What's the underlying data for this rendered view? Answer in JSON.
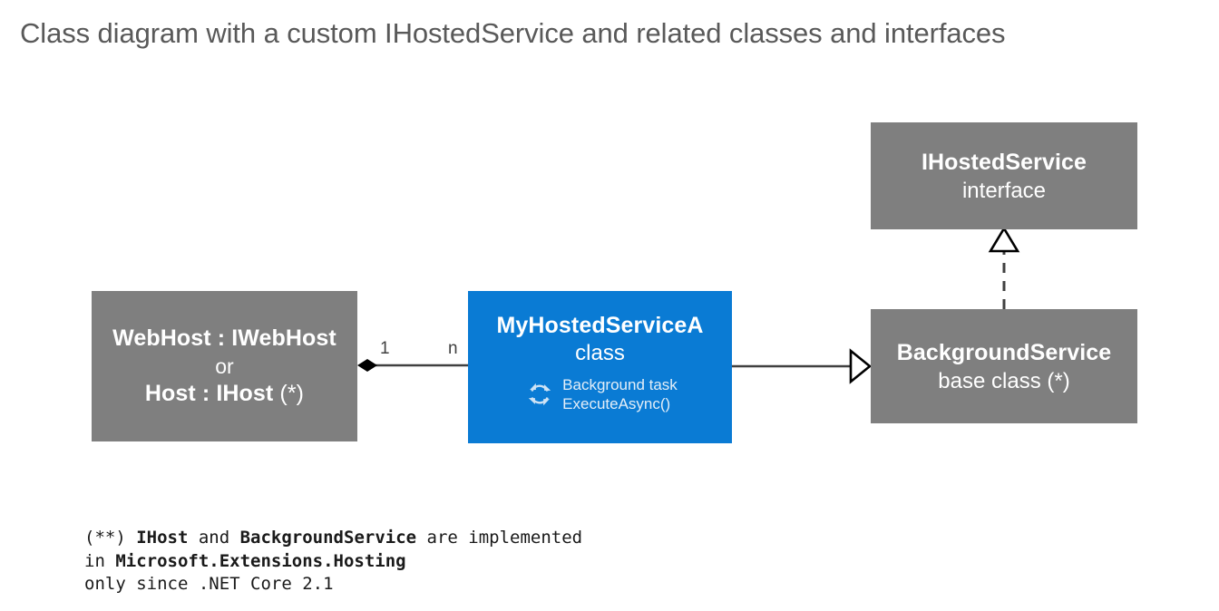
{
  "title": "Class diagram with a custom IHostedService and related classes and interfaces",
  "colors": {
    "background": "#ffffff",
    "gray_box": "#7f7f7f",
    "blue_box": "#0a7bd4",
    "title_text": "#595959",
    "box_text": "#ffffff",
    "line": "#404040",
    "footnote_text": "#1a1a1a"
  },
  "boxes": {
    "webhost": {
      "title": "WebHost : IWebHost",
      "separator": "or",
      "title2": "Host : IHost",
      "title2_suffix": "(*)",
      "stereotype": "",
      "fill": "#7f7f7f"
    },
    "myhostedservice": {
      "title": "MyHostedServiceA",
      "stereotype": "class",
      "task_line1": "Background task",
      "task_line2": "ExecuteAsync()",
      "task_icon": "refresh-loop-icon",
      "fill": "#0a7bd4"
    },
    "ihostedservice": {
      "title": "IHostedService",
      "stereotype": "interface",
      "fill": "#7f7f7f"
    },
    "backgroundservice": {
      "title": "BackgroundService",
      "stereotype": "base class (*)",
      "fill": "#7f7f7f"
    }
  },
  "connectors": {
    "composition": {
      "name": "webhost-to-myhostedservice",
      "kind": "composition",
      "source_marker": "filled-diamond",
      "source_multiplicity": "1",
      "target_multiplicity": "n",
      "line_style": "solid"
    },
    "generalization": {
      "name": "myhostedservice-to-backgroundservice",
      "kind": "generalization",
      "target_marker": "hollow-triangle",
      "line_style": "solid"
    },
    "realization": {
      "name": "backgroundservice-to-ihostedservice",
      "kind": "realization",
      "target_marker": "hollow-triangle",
      "line_style": "dashed"
    }
  },
  "footnote": {
    "line1_a": "(**) ",
    "line1_b": "IHost",
    "line1_c": " and ",
    "line1_d": "BackgroundService",
    "line1_e": " are implemented",
    "line2_a": "in ",
    "line2_b": "Microsoft.Extensions.Hosting",
    "line3": "only since .NET Core 2.1"
  }
}
